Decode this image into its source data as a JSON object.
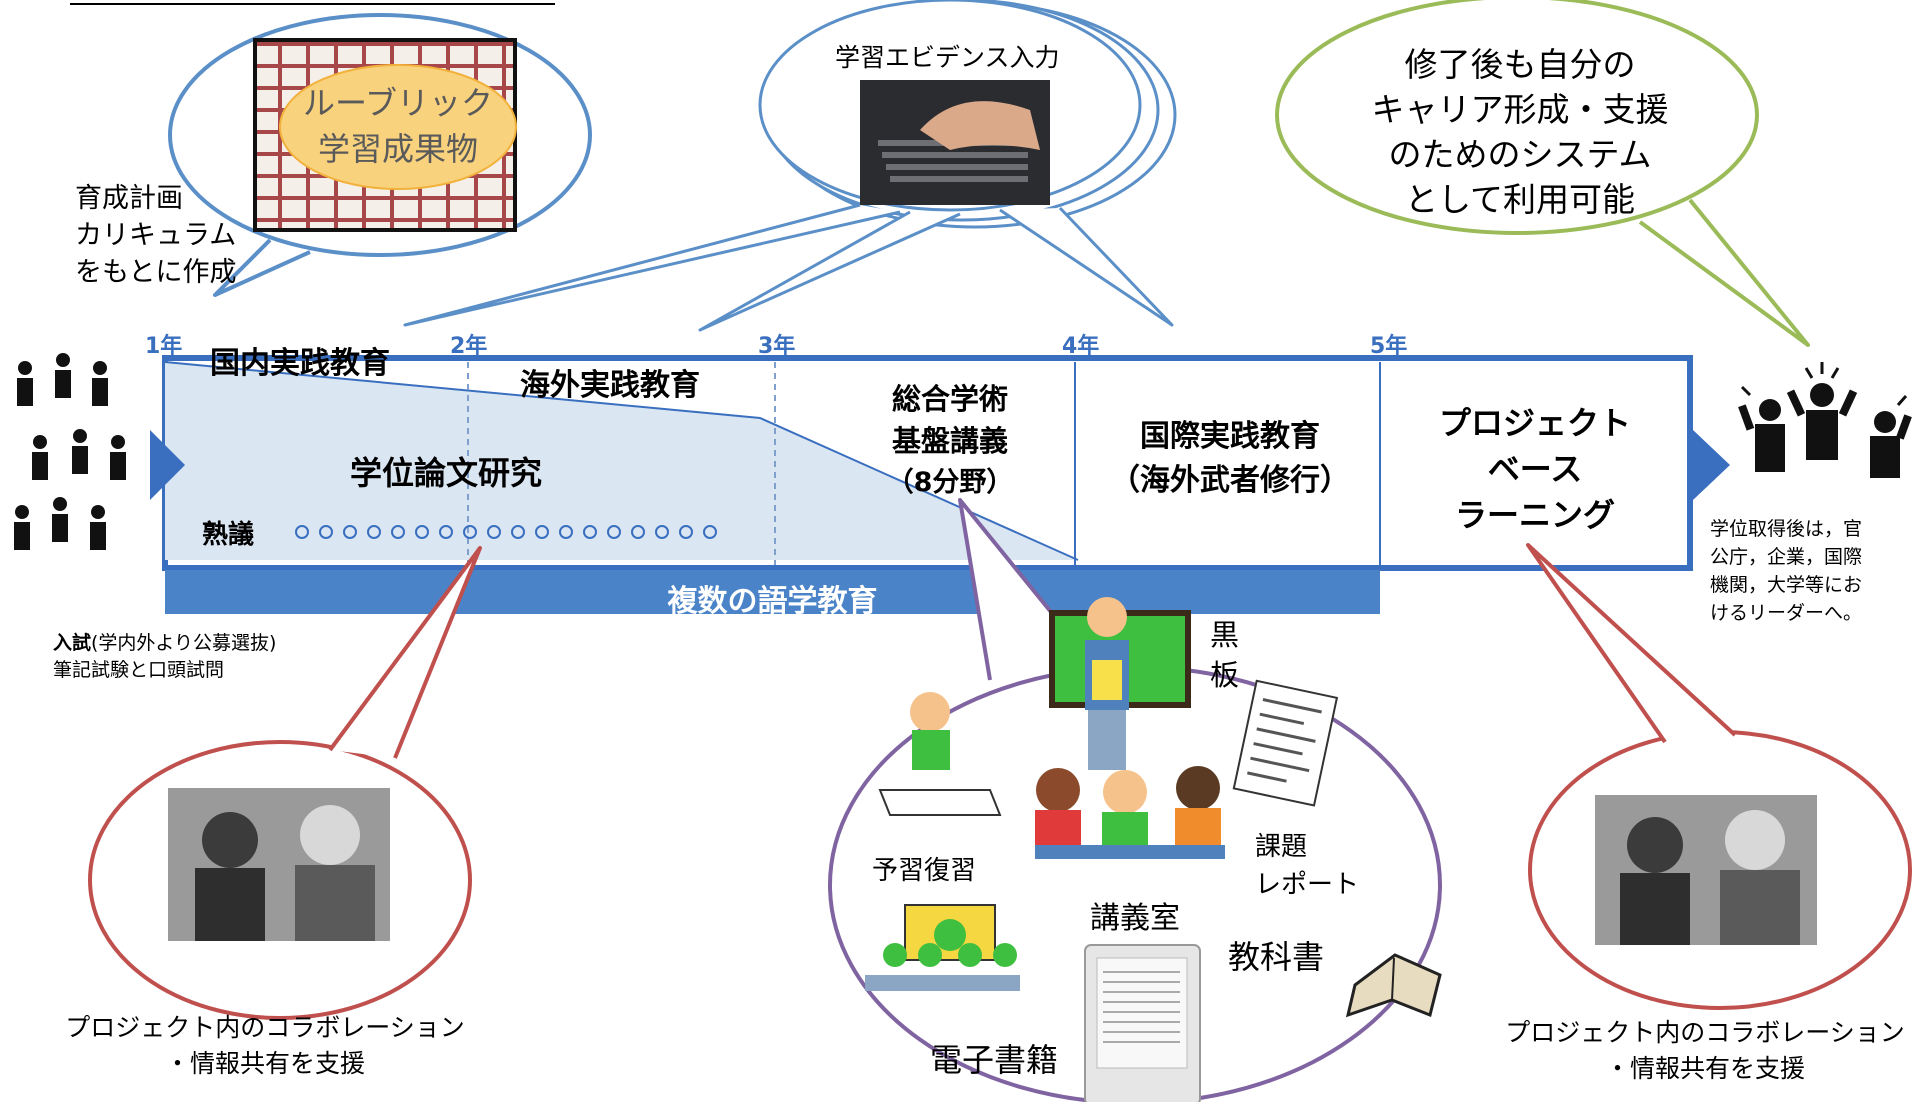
{
  "years": [
    "1年",
    "2年",
    "3年",
    "4年",
    "5年"
  ],
  "stages": {
    "domestic": "国内実践教育",
    "overseas": "海外実践教育",
    "thesis": "学位論文研究",
    "jukugi_label": "熟議",
    "general": [
      "総合学術",
      "基盤講義",
      "（8分野）"
    ],
    "international": [
      "国際実践教育",
      "（海外武者修行）"
    ],
    "pbl": [
      "プロジェクト",
      "ベース",
      "ラーニング"
    ],
    "language": "複数の語学教育"
  },
  "left_note": {
    "plan": [
      "育成計画",
      "カリキュラム",
      "をもとに作成"
    ],
    "entrance_title": "入試",
    "entrance_rest": "(学内外より公募選抜)",
    "entrance_line2": "筆記試験と口頭試問"
  },
  "right_note": [
    "学位取得後は，官",
    "公庁，企業，国際",
    "機関，大学等にお",
    "けるリーダーへ。"
  ],
  "bubbles": {
    "rubric": [
      "ルーブリック",
      "学習成果物"
    ],
    "evidence": "学習エビデンス入力",
    "career": [
      "修了後も自分の",
      "キャリア形成・支援",
      "のためのシステム",
      "として利用可能"
    ],
    "collab_left": [
      "プロジェクト内のコラボレーション",
      "・情報共有を支援"
    ],
    "collab_right": [
      "プロジェクト内のコラボレーション",
      "・情報共有を支援"
    ]
  },
  "classroom": {
    "blackboard": [
      "黒",
      "板"
    ],
    "assignment": [
      "課題",
      "レポート"
    ],
    "prep": "予習復習",
    "lecture_room": "講義室",
    "textbook": "教科書",
    "ebook": "電子書籍"
  },
  "colors": {
    "timeline_border": "#3a6fbf",
    "fill": "#dbe6f3",
    "language_bar": "#4a83c8",
    "bubble_blue": "#5b8fc8",
    "bubble_green": "#9bbb59",
    "bubble_red": "#c0504d",
    "bubble_purple": "#8064a2"
  }
}
